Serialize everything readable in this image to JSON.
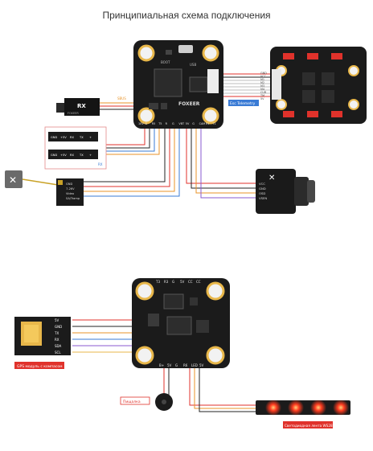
{
  "title": "Принципиальная схема подключения",
  "colors": {
    "board": "#1b1b1b",
    "pad": "#e8b74a",
    "wire_red": "#e0322b",
    "wire_orange": "#e8932a",
    "wire_blue": "#3a7bd5",
    "wire_black": "#222222",
    "wire_white": "#bdbdbd",
    "wire_purple": "#8a5ad1",
    "led_glow": "#ff3b1f"
  },
  "top": {
    "fc": {
      "brand": "FOXEER",
      "boot_label": "BOOT",
      "usb_label": "USB",
      "bottom_pads": [
        "10V",
        "G",
        "R5",
        "T5",
        "R",
        "G",
        "VBT",
        "5V",
        "G",
        "CAM",
        "R1",
        "T1"
      ]
    },
    "esc": {
      "pins": [
        "GND",
        "VCC",
        "M1",
        "M2",
        "M3",
        "M4",
        "CUR",
        "TM",
        "5V"
      ],
      "telemetry_label": "Esc Telemetry"
    },
    "rx": {
      "badge": "RX",
      "brand": "FOXEER",
      "wire_label": "SBUS"
    },
    "rx_options": [
      {
        "pins": [
          "GND",
          "+5V",
          "RX",
          "TX",
          "+"
        ]
      },
      {
        "pins": [
          "GND",
          "+5V",
          "RX",
          "TX",
          "+"
        ],
        "footer": "RX"
      }
    ],
    "vtx": {
      "pins": [
        "GND",
        "7-26V",
        "Video",
        "SA/Tramp"
      ]
    },
    "camera": {
      "pins": [
        "VCC",
        "GND",
        "OSD",
        "VSEN"
      ]
    }
  },
  "bottom": {
    "fc": {
      "top_pads": [
        "T3",
        "R3",
        "G",
        "5V",
        "CC",
        "CC"
      ],
      "bottom_pads": [
        "B+",
        "5V",
        "G",
        "R6",
        "LED",
        "5V"
      ]
    },
    "gps": {
      "pins": [
        "5V",
        "GND",
        "TX",
        "RX",
        "SDA",
        "SCL"
      ],
      "label": "GPS модуль с компасом"
    },
    "buzzer_label": "Пищалка",
    "led_label": "Светодиодная лента WS2812"
  }
}
